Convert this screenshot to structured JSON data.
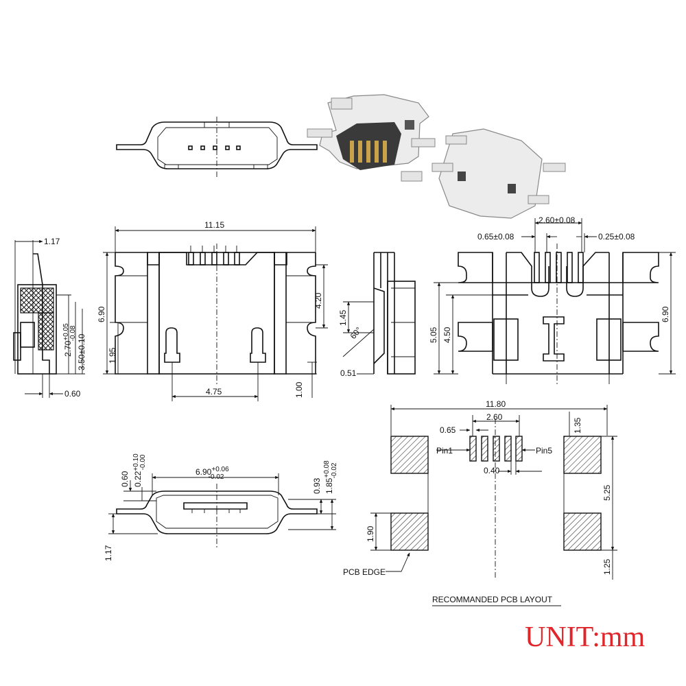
{
  "dims": {
    "top_width": "11.15",
    "side_thickness": "1.17",
    "side_bottom": "0.60",
    "side_h1": "2.70",
    "side_h1_tol_up": "+0.05",
    "side_h1_tol_dn": "-0.08",
    "side_h2": "3.50±0.10",
    "front_height": "6.90",
    "front_195": "1.95",
    "front_420": "4.20",
    "front_100": "1.00",
    "front_475": "4.75",
    "side2_145": "1.45",
    "side2_angle": "60°",
    "side2_051": "0.51",
    "right_260": "2.60±0.08",
    "right_065": "0.65±0.08",
    "right_025": "0.25±0.08",
    "right_505": "5.05",
    "right_450": "4.50",
    "right_690": "6.90",
    "bottom_690": "6.90",
    "bottom_690_up": "+0.06",
    "bottom_690_dn": "-0.02",
    "bottom_060": "0.60",
    "bottom_022": "0.22",
    "bottom_022_up": "+0.10",
    "bottom_022_dn": "-0.00",
    "bottom_093": "0.93",
    "bottom_185": "1.85",
    "bottom_185_up": "+0.08",
    "bottom_185_dn": "-0.02",
    "bottom_117": "1.17",
    "pcb_1180": "11.80",
    "pcb_260": "2.60",
    "pcb_065": "0.65",
    "pcb_135": "1.35",
    "pcb_040": "0.40",
    "pcb_525": "5.25",
    "pcb_190": "1.90",
    "pcb_125": "1.25"
  },
  "labels": {
    "pin1": "Pin1",
    "pin5": "Pin5",
    "pcb_edge": "PCB EDGE",
    "layout_title": "RECOMMANDED PCB LAYOUT",
    "unit": "UNIT:mm"
  }
}
